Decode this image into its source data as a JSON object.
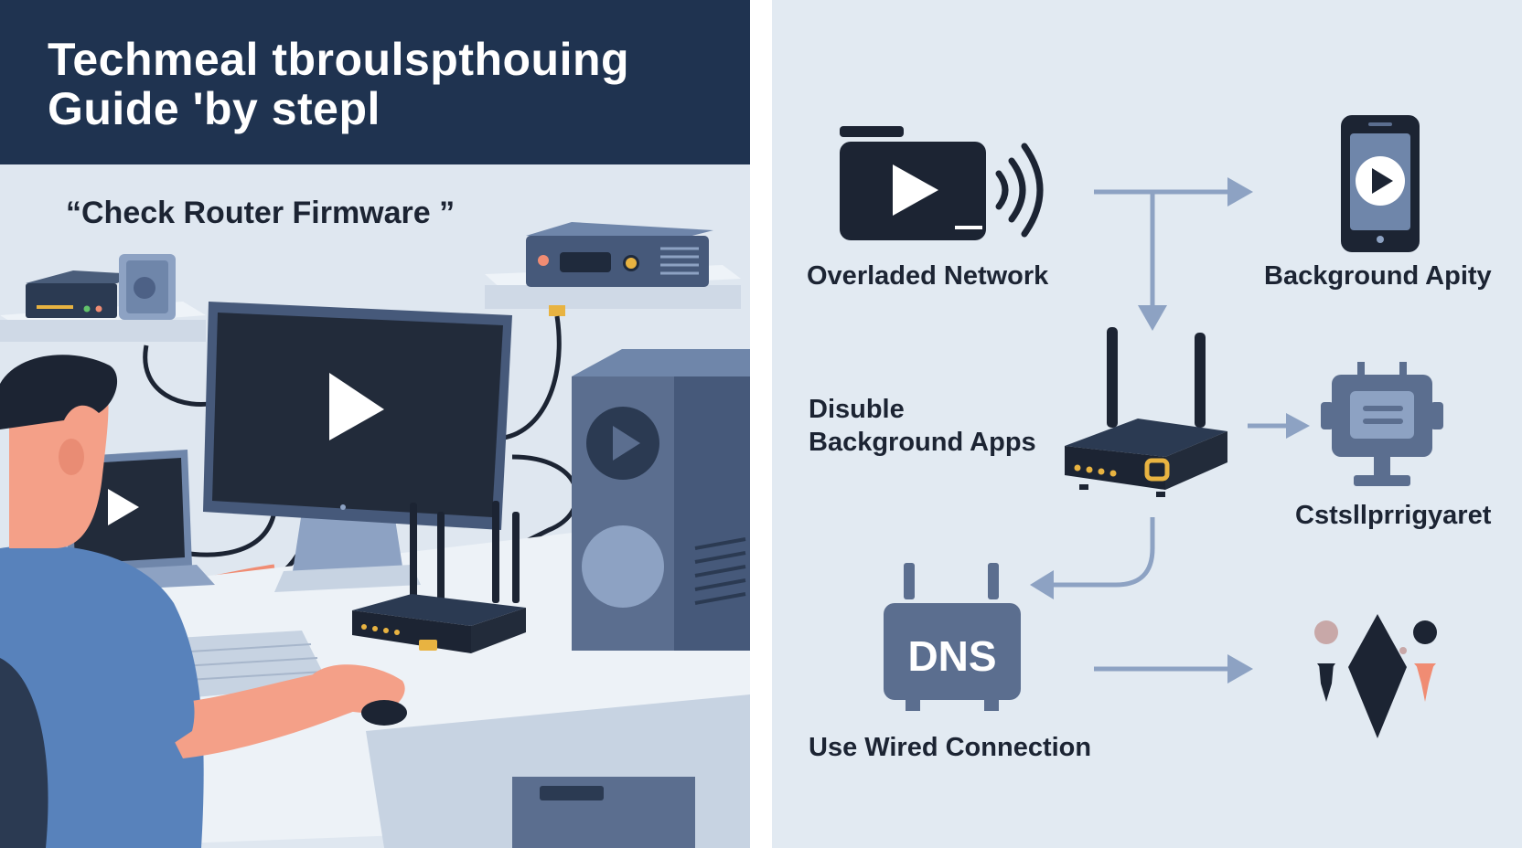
{
  "title": {
    "line1": "Techmeal  tbroulspthouing",
    "line2": "Guide 'by stepl"
  },
  "scene": {
    "step_label": "“Check Router Firmware ”"
  },
  "diagram": {
    "nodes": [
      {
        "id": "overloaded-network",
        "label": "Overladed Network",
        "icon": "video-broadcast-icon"
      },
      {
        "id": "background-activity",
        "label": "Background Apity",
        "icon": "smartphone-play-icon"
      },
      {
        "id": "disable-background-apps",
        "label_line1": "Disuble",
        "label_line2": "Background Apps",
        "icon": "router-icon"
      },
      {
        "id": "settings-device",
        "label": "Cstsllprrigyaret",
        "icon": "monitor-settings-icon"
      },
      {
        "id": "dns",
        "icon_text": "DNS",
        "label": "Use Wired Connection",
        "icon": "dns-server-icon"
      },
      {
        "id": "users",
        "icon": "people-icon"
      }
    ]
  },
  "colors": {
    "navy": "#1f3350",
    "dark": "#1c2433",
    "slate": "#5b6e8f",
    "arrow": "#8da2c3",
    "skin": "#f4a088",
    "shirt": "#5882bb",
    "accent_yellow": "#e8b341",
    "accent_orange": "#f08c73"
  }
}
